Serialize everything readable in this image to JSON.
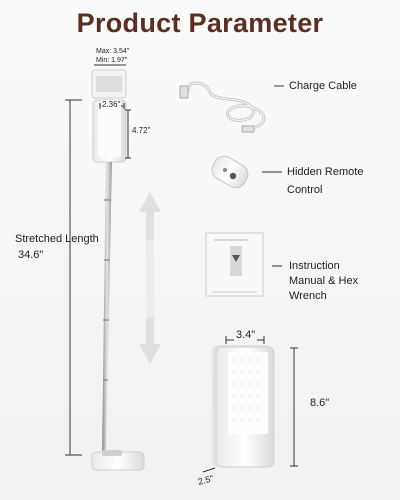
{
  "title": "Product Parameter",
  "phone_holder": {
    "max": "Max: 3.54\"",
    "min": "Min: 1.97\""
  },
  "light_width": "2.36\"",
  "light_height": "4.72\"",
  "stretched": {
    "label": "Stretched Length",
    "value": "34.6\""
  },
  "accessories": {
    "charge_cable": "Charge Cable",
    "remote_line1": "Hidden Remote",
    "remote_line2": "Control",
    "manual_line1": "Instruction",
    "manual_line2": "Manual & Hex",
    "manual_line3": "Wrench"
  },
  "folded": {
    "width": "3.4\"",
    "height": "8.6\"",
    "depth": "2.5\""
  },
  "colors": {
    "title": "#5a2f22",
    "text": "#222222",
    "arrow": "#dcdcdc"
  }
}
